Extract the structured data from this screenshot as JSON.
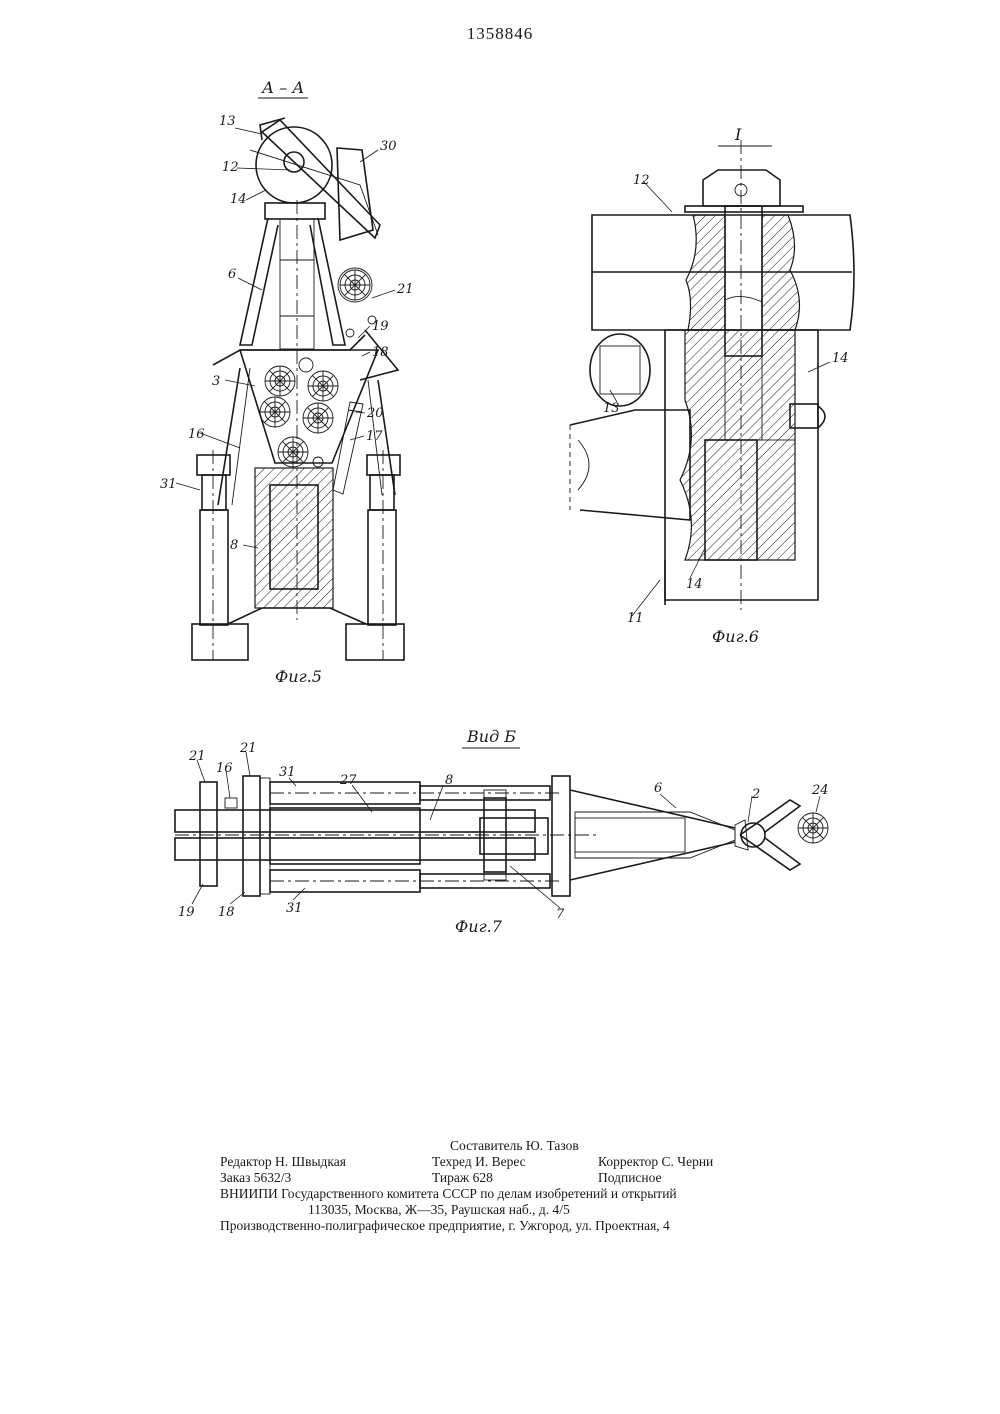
{
  "patent_number": "1358846",
  "figures": {
    "fig5": {
      "section_label": "А – А",
      "caption": "Фиг.5",
      "callouts": [
        "13",
        "12",
        "14",
        "30",
        "6",
        "21",
        "19",
        "18",
        "3",
        "20",
        "16",
        "17",
        "31",
        "8"
      ]
    },
    "fig6": {
      "detail_label": "I",
      "caption": "Фиг.6",
      "callouts": [
        "12",
        "13",
        "14",
        "14",
        "11"
      ]
    },
    "fig7": {
      "view_label": "Вид Б",
      "caption": "Фиг.7",
      "callouts": [
        "21",
        "21",
        "16",
        "31",
        "27",
        "8",
        "6",
        "2",
        "24",
        "19",
        "18",
        "31",
        "7"
      ]
    }
  },
  "colophon": {
    "compiler": "Составитель Ю. Тазов",
    "editor": "Редактор Н. Швыдкая",
    "techred": "Техред И. Верес",
    "corrector": "Корректор С. Черни",
    "order": "Заказ 5632/3",
    "circulation": "Тираж 628",
    "subscription": "Подписное",
    "institute": "ВНИИПИ Государственного комитета СССР по делам изобретений и открытий",
    "address": "113035, Москва, Ж—35, Раушская наб., д. 4/5",
    "printer": "Производственно-полиграфическое предприятие, г. Ужгород, ул. Проектная, 4"
  }
}
